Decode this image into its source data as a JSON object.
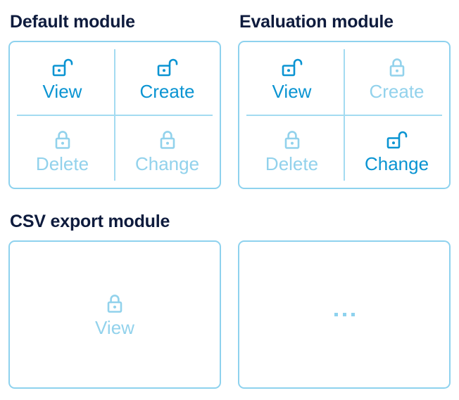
{
  "colors": {
    "title_text": "#0e1b3d",
    "active": "#0a94d2",
    "disabled": "#92d2ec",
    "card_border": "#8ed2ee",
    "divider": "#a3dbf1",
    "background": "#ffffff"
  },
  "modules": [
    {
      "id": "default-module",
      "title": "Default module",
      "layout": "quad",
      "permissions": [
        {
          "label": "View",
          "state": "active",
          "icon": "unlock-icon"
        },
        {
          "label": "Create",
          "state": "active",
          "icon": "unlock-icon"
        },
        {
          "label": "Delete",
          "state": "disabled",
          "icon": "lock-icon"
        },
        {
          "label": "Change",
          "state": "disabled",
          "icon": "lock-icon"
        }
      ]
    },
    {
      "id": "evaluation-module",
      "title": "Evaluation module",
      "layout": "quad",
      "permissions": [
        {
          "label": "View",
          "state": "active",
          "icon": "unlock-icon"
        },
        {
          "label": "Create",
          "state": "disabled",
          "icon": "lock-icon"
        },
        {
          "label": "Delete",
          "state": "disabled",
          "icon": "lock-icon"
        },
        {
          "label": "Change",
          "state": "active",
          "icon": "unlock-icon"
        }
      ]
    },
    {
      "id": "csv-export-module",
      "title": "CSV export module",
      "layout": "single",
      "permissions": [
        {
          "label": "View",
          "state": "disabled",
          "icon": "lock-icon"
        }
      ]
    },
    {
      "id": "placeholder-module",
      "title": "",
      "layout": "placeholder",
      "placeholder_text": "…",
      "permissions": []
    }
  ]
}
